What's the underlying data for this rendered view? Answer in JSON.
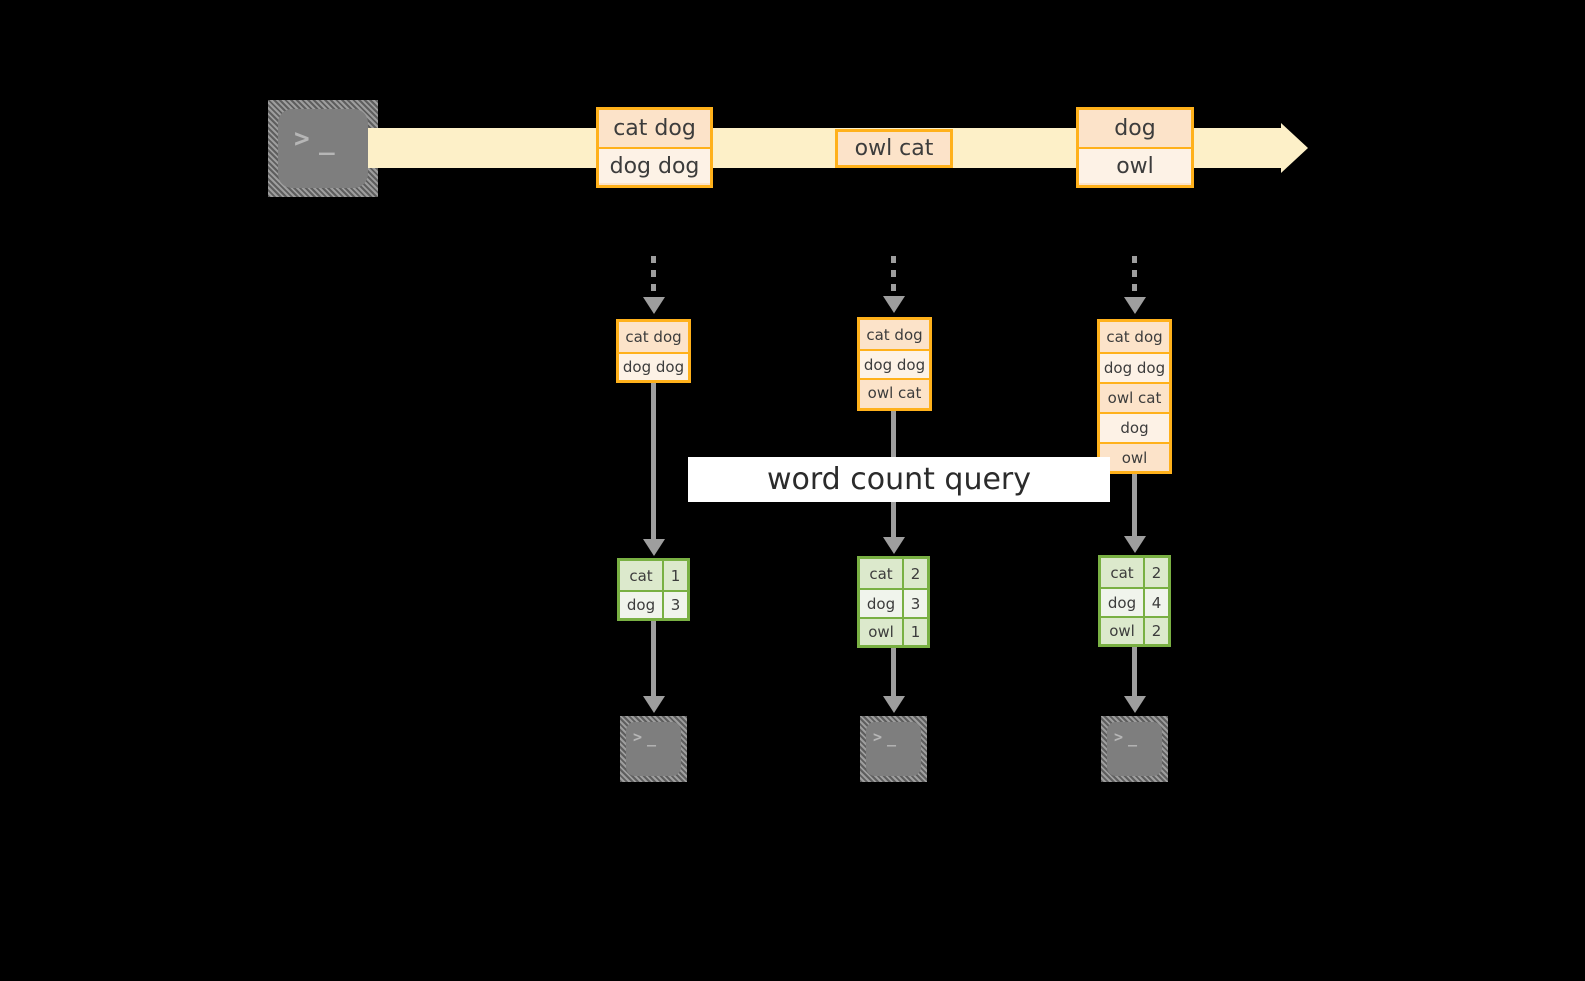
{
  "diagram": {
    "title_label": "word count query",
    "colors": {
      "background": "#000000",
      "stream_band": "#FDF0C8",
      "record_border": "#FFB11B",
      "record_fill_odd": "#FCE3C9",
      "record_fill_even": "#FDF2E6",
      "table_border": "#79B043",
      "table_fill_odd": "#DCE9CC",
      "table_fill_even": "#F0F4EC",
      "connector": "#9E9E9E",
      "terminal_fill": "#7E7E7E",
      "terminal_glyph": "#B6B6B6",
      "label_band": "#FFFFFF"
    },
    "producer": {
      "icon": "terminal-icon",
      "prompt": ">",
      "cursor": "_"
    },
    "stream": {
      "name": "event-stream",
      "arrow_direction": "right",
      "batches": [
        {
          "id": "batch-1",
          "lines": [
            "cat dog",
            "dog dog"
          ]
        },
        {
          "id": "batch-2",
          "lines": [
            "owl cat"
          ]
        },
        {
          "id": "batch-3",
          "lines": [
            "dog",
            "owl"
          ]
        }
      ]
    },
    "snapshots": [
      {
        "id": "snapshot-1",
        "lines": [
          "cat dog",
          "dog dog"
        ],
        "counts": [
          {
            "word": "cat",
            "count": "1"
          },
          {
            "word": "dog",
            "count": "3"
          }
        ],
        "consumer": {
          "icon": "terminal-icon",
          "prompt": ">",
          "cursor": "_"
        }
      },
      {
        "id": "snapshot-2",
        "lines": [
          "cat dog",
          "dog dog",
          "owl cat"
        ],
        "counts": [
          {
            "word": "cat",
            "count": "2"
          },
          {
            "word": "dog",
            "count": "3"
          },
          {
            "word": "owl",
            "count": "1"
          }
        ],
        "consumer": {
          "icon": "terminal-icon",
          "prompt": ">",
          "cursor": "_"
        }
      },
      {
        "id": "snapshot-3",
        "lines": [
          "cat dog",
          "dog dog",
          "owl cat",
          "dog",
          "owl"
        ],
        "counts": [
          {
            "word": "cat",
            "count": "2"
          },
          {
            "word": "dog",
            "count": "4"
          },
          {
            "word": "owl",
            "count": "2"
          }
        ],
        "consumer": {
          "icon": "terminal-icon",
          "prompt": ">",
          "cursor": "_"
        }
      }
    ]
  }
}
